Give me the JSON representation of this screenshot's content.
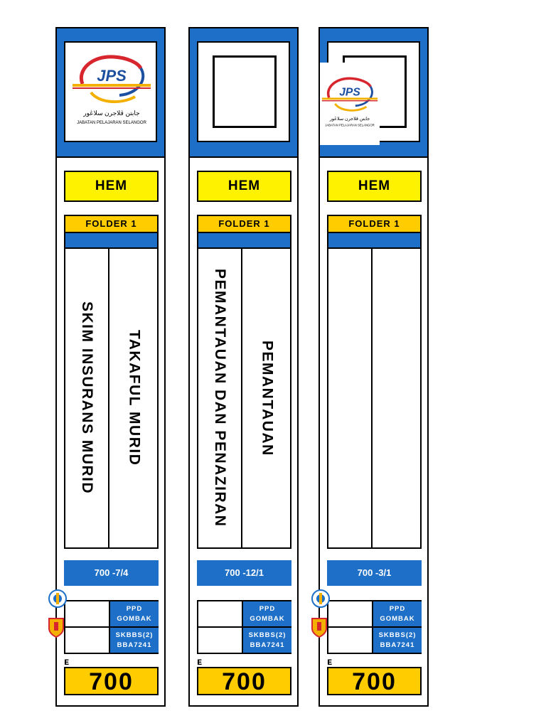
{
  "logo": {
    "text": "JPS",
    "jawi": "جابتن ڤلاجرن سلاڠور",
    "org": "JABATAN PELAJARAN SELANGOR"
  },
  "colors": {
    "blue": "#1d6fc7",
    "yellow": "#fff200",
    "orange": "#ffcc00",
    "red": "#d7262e"
  },
  "spines": [
    {
      "header": "HEM",
      "folder": "FOLDER 1",
      "title_left": "SKIM INSURANS MURID",
      "title_right": "TAKAFUL MURID",
      "code": "700 -7/4",
      "ppd_line1": "PPD",
      "ppd_line2": "GOMBAK",
      "school_line1": "SKBBS(2)",
      "school_line2": "BBA7241",
      "mark": "ᴇ",
      "number": "700"
    },
    {
      "header": "HEM",
      "folder": "FOLDER 1",
      "title_left": "PEMANTAUAN DAN PENAZIRAN",
      "title_right": "PEMANTAUAN",
      "code": "700 -12/1",
      "ppd_line1": "PPD",
      "ppd_line2": "GOMBAK",
      "school_line1": "SKBBS(2)",
      "school_line2": "BBA7241",
      "mark": "ᴇ",
      "number": "700"
    },
    {
      "header": "HEM",
      "folder": "FOLDER 1",
      "title_left": "",
      "title_right": "",
      "code": "700 -3/1",
      "ppd_line1": "PPD",
      "ppd_line2": "GOMBAK",
      "school_line1": "SKBBS(2)",
      "school_line2": "BBA7241",
      "mark": "ᴇ",
      "number": "700"
    }
  ]
}
